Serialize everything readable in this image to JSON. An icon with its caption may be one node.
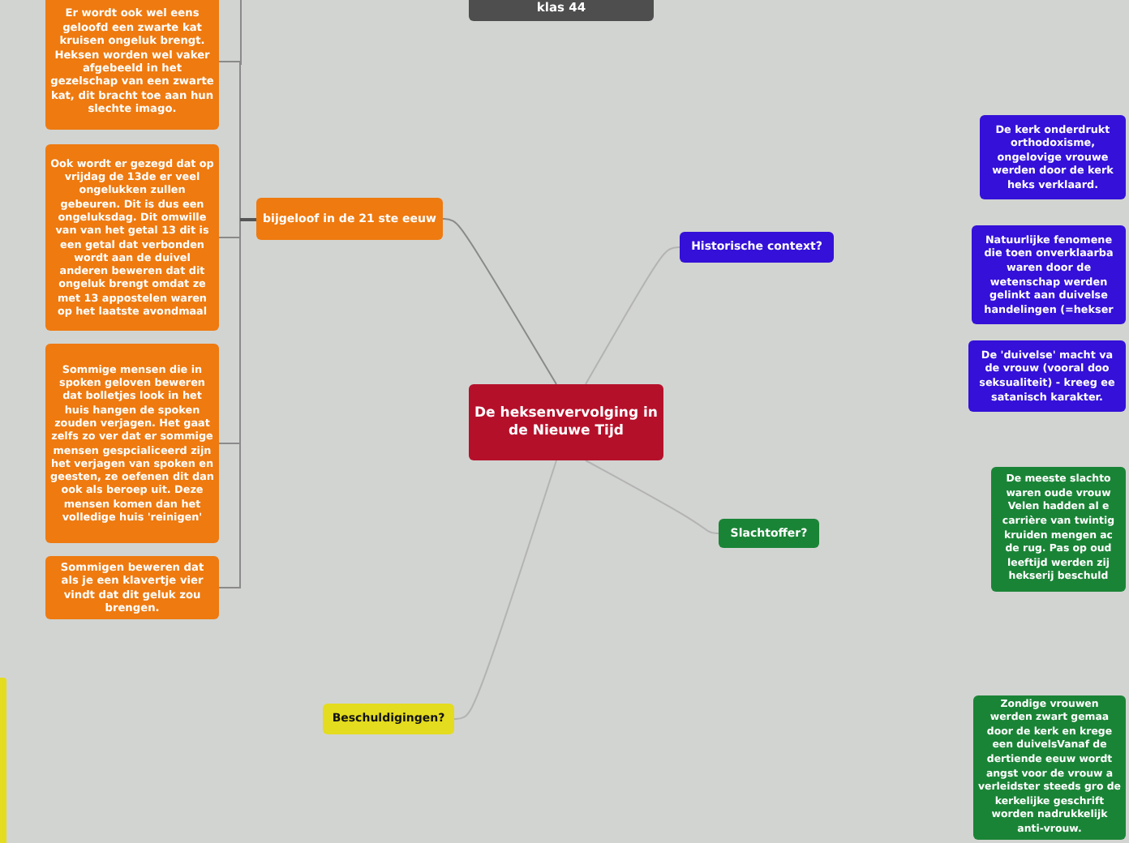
{
  "diagram": {
    "nodes": [
      {
        "text": [
          "klas 44"
        ]
      },
      {
        "text": [
          "De heksenvervolging in de Nieuwe Tijd"
        ]
      },
      {
        "text": [
          "bijgeloof in de 21 ste eeuw"
        ]
      },
      {
        "text": [
          "Er wordt ook wel eens geloofd een zwarte kat kruisen ongeluk brengt. Heksen worden wel vaker afgebeeld in het gezelschap van een zwarte kat, dit bracht toe aan hun slechte imago."
        ]
      },
      {
        "text": [
          "Ook wordt er gezegd dat op vrijdag de 13de er veel ongelukken zullen gebeuren. Dit is dus een ongeluksdag. Dit omwille van van het getal 13 dit is een getal dat verbonden wordt aan de duivel anderen beweren dat dit ongeluk brengt omdat ze met 13 appostelen waren op het laatste avondmaal"
        ]
      },
      {
        "text": [
          "Sommige mensen die in spoken geloven beweren dat bolletjes look in het huis hangen de spoken zouden verjagen. Het gaat zelfs zo ver dat er sommige mensen gespcialiceerd zijn het verjagen van spoken en geesten, ze oefenen dit dan ook als beroep uit. Deze mensen komen dan het volledige huis 'reinigen'"
        ]
      },
      {
        "text": [
          "Sommigen beweren dat als je een klavertje vier vindt dat dit geluk zou brengen."
        ]
      },
      {
        "text": [
          "Historische context?"
        ]
      },
      {
        "text": [
          "De kerk onderdrukt orthodoxisme, ongelovige vrouwe werden door de kerk heks verklaard."
        ]
      },
      {
        "text": [
          "Natuurlijke fenomene die toen onverklaarba waren door de wetenschap werden gelinkt aan duivelse handelingen (=hekser"
        ]
      },
      {
        "text": [
          "De 'duivelse' macht va de vrouw (vooral doo seksualiteit) - kreeg ee satanisch karakter."
        ]
      },
      {
        "text": [
          "Slachtoffer?"
        ]
      },
      {
        "text": [
          "De meeste slachto waren oude vrouw Velen hadden al e carrière van twintig kruiden mengen ac de rug. Pas op oud leeftijd werden zij hekserij beschuld"
        ]
      },
      {
        "text": [
          "Zondige vrouwen werden zwart gemaa door de kerk en krege een duivelsVanaf de dertiende eeuw wordt angst voor de vrouw a verleidster steeds gro de kerkelijke geschrift worden nadrukkelijk anti-vrouw."
        ]
      },
      {
        "text": [
          "Beschuldigingen?"
        ]
      },
      {
        "text": [],
        "shape": "box"
      }
    ],
    "edges": [
      {
        "from": 1,
        "to": 2,
        "arrow": "none"
      },
      {
        "from": 1,
        "to": 7,
        "arrow": "none"
      },
      {
        "from": 1,
        "to": 11,
        "arrow": "none"
      },
      {
        "from": 1,
        "to": 14,
        "arrow": "none"
      },
      {
        "from": 2,
        "to": 3,
        "arrow": "none"
      },
      {
        "from": 2,
        "to": 4,
        "arrow": "none"
      },
      {
        "from": 2,
        "to": 5,
        "arrow": "none"
      },
      {
        "from": 2,
        "to": 6,
        "arrow": "none"
      }
    ]
  }
}
